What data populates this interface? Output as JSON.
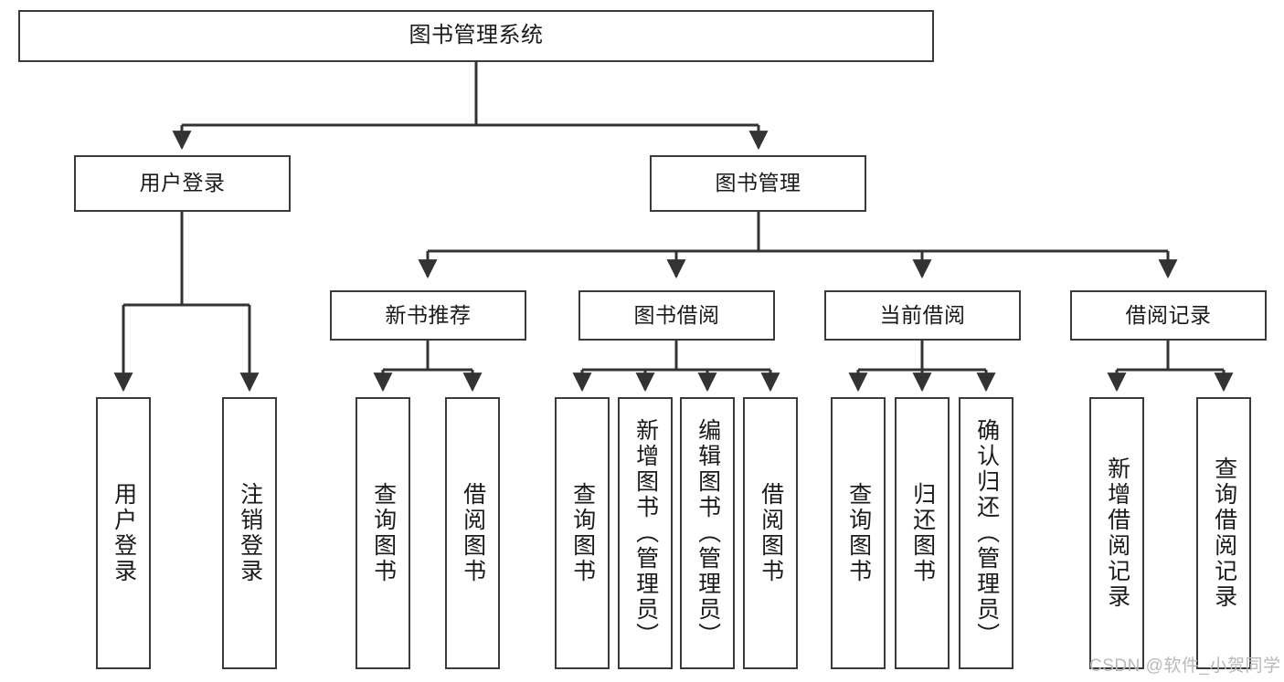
{
  "diagram": {
    "title": "图书管理系统",
    "type": "hierarchy-tree",
    "orientation": "top-down",
    "colors": {
      "box_border": "#3a3a3a",
      "box_fill": "#ffffff",
      "connector": "#333333",
      "text": "#1a1a1a",
      "watermark": "#b9b9b9",
      "background": "#ffffff"
    },
    "root": {
      "label": "图书管理系统"
    },
    "level2": [
      {
        "label": "用户登录"
      },
      {
        "label": "图书管理"
      }
    ],
    "level3": [
      {
        "label": "新书推荐"
      },
      {
        "label": "图书借阅"
      },
      {
        "label": "当前借阅"
      },
      {
        "label": "借阅记录"
      }
    ],
    "leaves": {
      "user_login": [
        {
          "label": "用户登录"
        },
        {
          "label": "注销登录"
        }
      ],
      "new_book_recommend": [
        {
          "label": "查询图书"
        },
        {
          "label": "借阅图书"
        }
      ],
      "book_borrow": [
        {
          "label": "查询图书"
        },
        {
          "label": "新增图书（管理员）"
        },
        {
          "label": "编辑图书（管理员）"
        },
        {
          "label": "借阅图书"
        }
      ],
      "current_borrow": [
        {
          "label": "查询图书"
        },
        {
          "label": "归还图书"
        },
        {
          "label": "确认归还（管理员）"
        }
      ],
      "borrow_record": [
        {
          "label": "新增借阅记录"
        },
        {
          "label": "查询借阅记录"
        }
      ]
    },
    "watermark": "CSDN @软件_小贺同学"
  }
}
